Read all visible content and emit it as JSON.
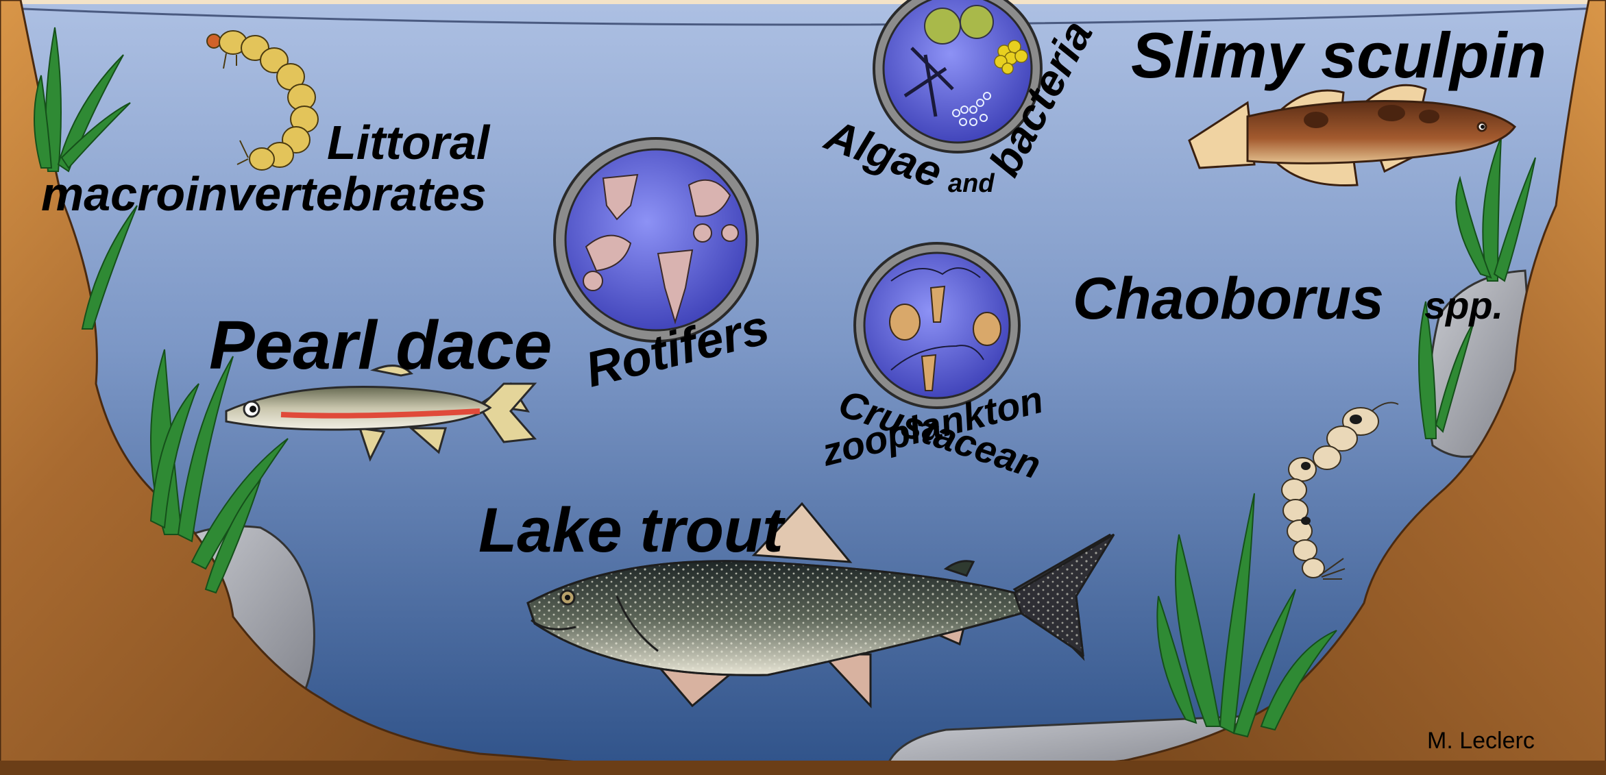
{
  "labels": {
    "littoral_line1": "Littoral",
    "littoral_line2": "macroinvertebrates",
    "pearl_dace": "Pearl dace",
    "rotifers": "Rotifers",
    "algae": "Algae",
    "and": "and",
    "bacteria": "bacteria",
    "slimy_sculpin": "Slimy sculpin",
    "chaoborus": "Chaoborus",
    "spp": "spp.",
    "crustacean": "Crustacean",
    "zooplankton": "zooplankton",
    "lake_trout": "Lake trout"
  },
  "credit": "M. Leclerc",
  "colors": {
    "water_top": "#a9bce0",
    "water_bottom": "#34588e",
    "sediment": "#8a5a2b",
    "shore": "#d4903f",
    "inset_fill": "#5a5fe0",
    "inset_ring": "#9a9a9a",
    "plant": "#2f8a34",
    "rock": "#a7a9b0"
  }
}
